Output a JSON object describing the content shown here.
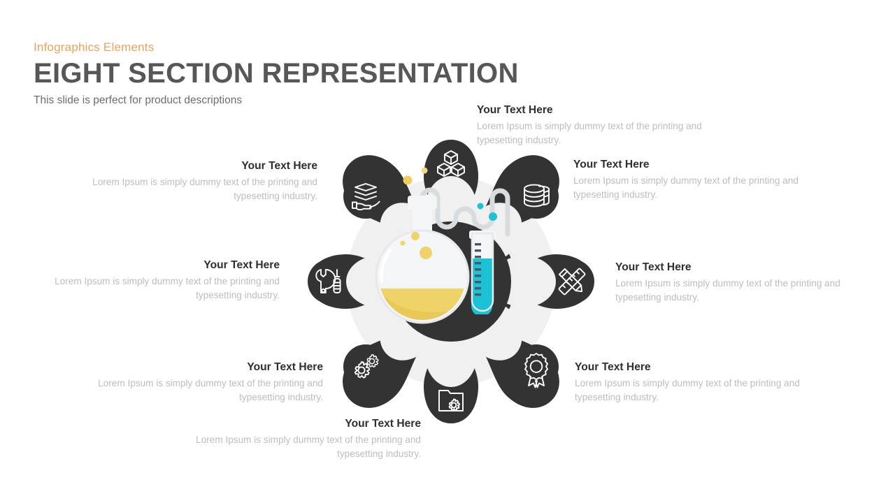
{
  "header": {
    "eyebrow": "Infographics Elements",
    "title": "EIGHT SECTION REPRESENTATION",
    "subtitle": "This slide is perfect for product descriptions"
  },
  "colors": {
    "accent_orange": "#E8A35C",
    "title_gray": "#575757",
    "hub_dark": "#333333",
    "backdrop_gray": "#F0F0F0",
    "body_text_gray": "#BDBDBD",
    "heading_dark": "#2F2F2F",
    "liquid_yellow": "#EFD369",
    "liquid_teal": "#1BC1D4",
    "glass_white": "#F4F5F7",
    "page_background": "#FFFFFF"
  },
  "center_illustration": {
    "name": "chemistry-lab-illustration",
    "elements": [
      "round-bottom-flask",
      "yellow-liquid",
      "condenser-tube",
      "test-tube",
      "teal-liquid",
      "yellow-bubbles",
      "teal-bubbles"
    ]
  },
  "sections": [
    {
      "id": "top",
      "icon": "boxes-icon",
      "title": "Your Text Here",
      "body": "Lorem Ipsum is simply dummy text of the printing and typesetting industry.",
      "align": "left"
    },
    {
      "id": "top-right",
      "icon": "database-stack-icon",
      "title": "Your Text Here",
      "body": "Lorem Ipsum is simply dummy text of the printing and typesetting industry.",
      "align": "left"
    },
    {
      "id": "right",
      "icon": "pencil-ruler-icon",
      "title": "Your Text Here",
      "body": "Lorem Ipsum is simply dummy text of the printing and typesetting industry.",
      "align": "left"
    },
    {
      "id": "bottom-right",
      "icon": "award-ribbon-icon",
      "title": "Your Text Here",
      "body": "Lorem Ipsum is simply dummy text of the printing and typesetting industry.",
      "align": "left"
    },
    {
      "id": "bottom",
      "icon": "folder-gear-icon",
      "title": "Your Text Here",
      "body": "Lorem Ipsum is simply dummy text of the printing and typesetting industry.",
      "align": "right"
    },
    {
      "id": "bottom-left",
      "icon": "gears-icon",
      "title": "Your Text Here",
      "body": "Lorem Ipsum is simply dummy text of the printing and typesetting industry.",
      "align": "right"
    },
    {
      "id": "left",
      "icon": "wrench-screwdriver-icon",
      "title": "Your Text Here",
      "body": "Lorem Ipsum is simply dummy text of the printing and typesetting industry.",
      "align": "right"
    },
    {
      "id": "top-left",
      "icon": "hand-layers-icon",
      "title": "Your Text Here",
      "body": "Lorem Ipsum is simply dummy text of the printing and typesetting industry.",
      "align": "right"
    }
  ]
}
